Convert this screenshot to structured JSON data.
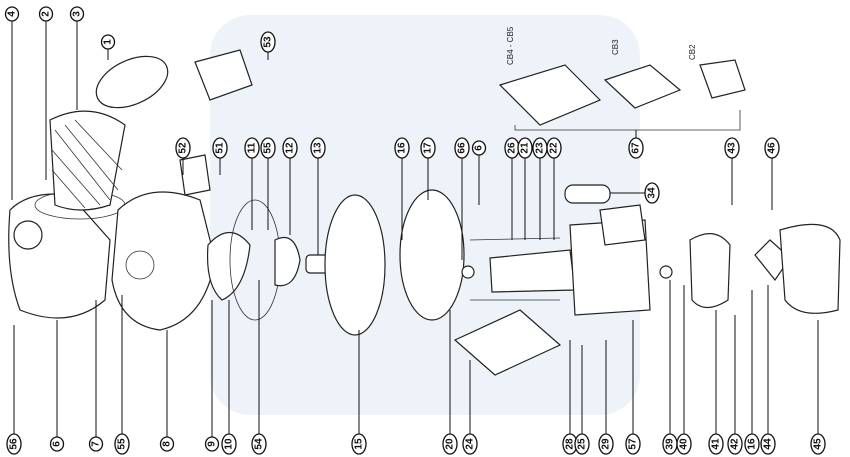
{
  "title": "Pump exploded parts diagram",
  "top_labels": [
    "4",
    "2",
    "3",
    "1",
    "53",
    "52",
    "51",
    "11",
    "55",
    "12",
    "13",
    "16",
    "17",
    "66",
    "6",
    "26",
    "21",
    "23",
    "22",
    "34",
    "67",
    "43",
    "46"
  ],
  "bottom_labels": [
    "56",
    "6",
    "7",
    "55",
    "8",
    "9",
    "10",
    "54",
    "15",
    "20",
    "24",
    "28",
    "25",
    "29",
    "57",
    "39",
    "40",
    "41",
    "42",
    "16",
    "44",
    "45"
  ],
  "box_labels": [
    "CB4 - CB5",
    "CB3",
    "CB2"
  ],
  "colors": {
    "line": "#111111",
    "watermark": "#e8eef6"
  }
}
